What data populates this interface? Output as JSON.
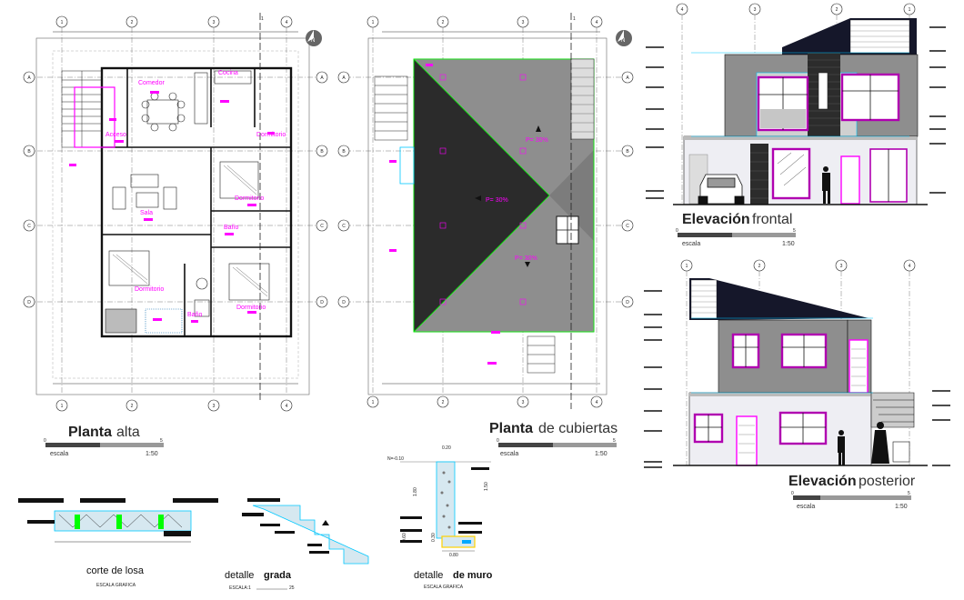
{
  "grid": {
    "cols": [
      "1",
      "2",
      "3",
      "4"
    ],
    "rows": [
      "A",
      "B",
      "C",
      "D"
    ],
    "cut_mark": "1"
  },
  "north": "N",
  "planta_alta": {
    "title_bold": "Planta",
    "title_light": "alta",
    "scale_label": "escala",
    "scale_ratio": "1:50",
    "scale_min": "0",
    "scale_max": "5",
    "rooms": [
      "Comedor",
      "Cocina",
      "Acceso",
      "Sala",
      "Dormitorio",
      "Dormitorio",
      "Baño",
      "Dormitorio",
      "Dormitorio",
      "Baño"
    ]
  },
  "planta_cubiertas": {
    "title_bold": "Planta",
    "title_light": "de cubiertas",
    "scale_label": "escala",
    "scale_ratio": "1:50",
    "scale_min": "0",
    "scale_max": "5",
    "slopes": [
      "P= 30%",
      "P= 30%",
      "P= 30%"
    ]
  },
  "elev_frontal": {
    "title_bold": "Elevación",
    "title_light": "frontal",
    "scale_label": "escala",
    "scale_ratio": "1:50",
    "scale_min": "0",
    "scale_max": "5"
  },
  "elev_posterior": {
    "title_bold": "Elevación",
    "title_light": "posterior",
    "scale_label": "escala",
    "scale_ratio": "1:50",
    "scale_min": "0",
    "scale_max": "5"
  },
  "details": {
    "losa_title": "corte de losa",
    "losa_sub": "ESCALA GRAFICA",
    "grada_title_a": "detalle",
    "grada_title_b": "grada",
    "grada_sub": "ESCALA:1",
    "grada_sub_num": "25",
    "muro_title_a": "detalle",
    "muro_title_b": "de muro",
    "muro_sub": "ESCALA GRAFICA",
    "muro_level": "N=-0.10",
    "muro_top": "0.20",
    "muro_dim1": "1.80",
    "muro_dim2": "1.50",
    "muro_dim3": "0.60",
    "muro_dim4": "0.30",
    "muro_base": "0.80"
  },
  "colors": {
    "roof_dark": "#3a3a3a",
    "roof_mid": "#8e8e8e",
    "wall": "#eeeef3",
    "trim": "#ff00ff",
    "window": "#b000b0",
    "stone": "#2c2c2c"
  }
}
